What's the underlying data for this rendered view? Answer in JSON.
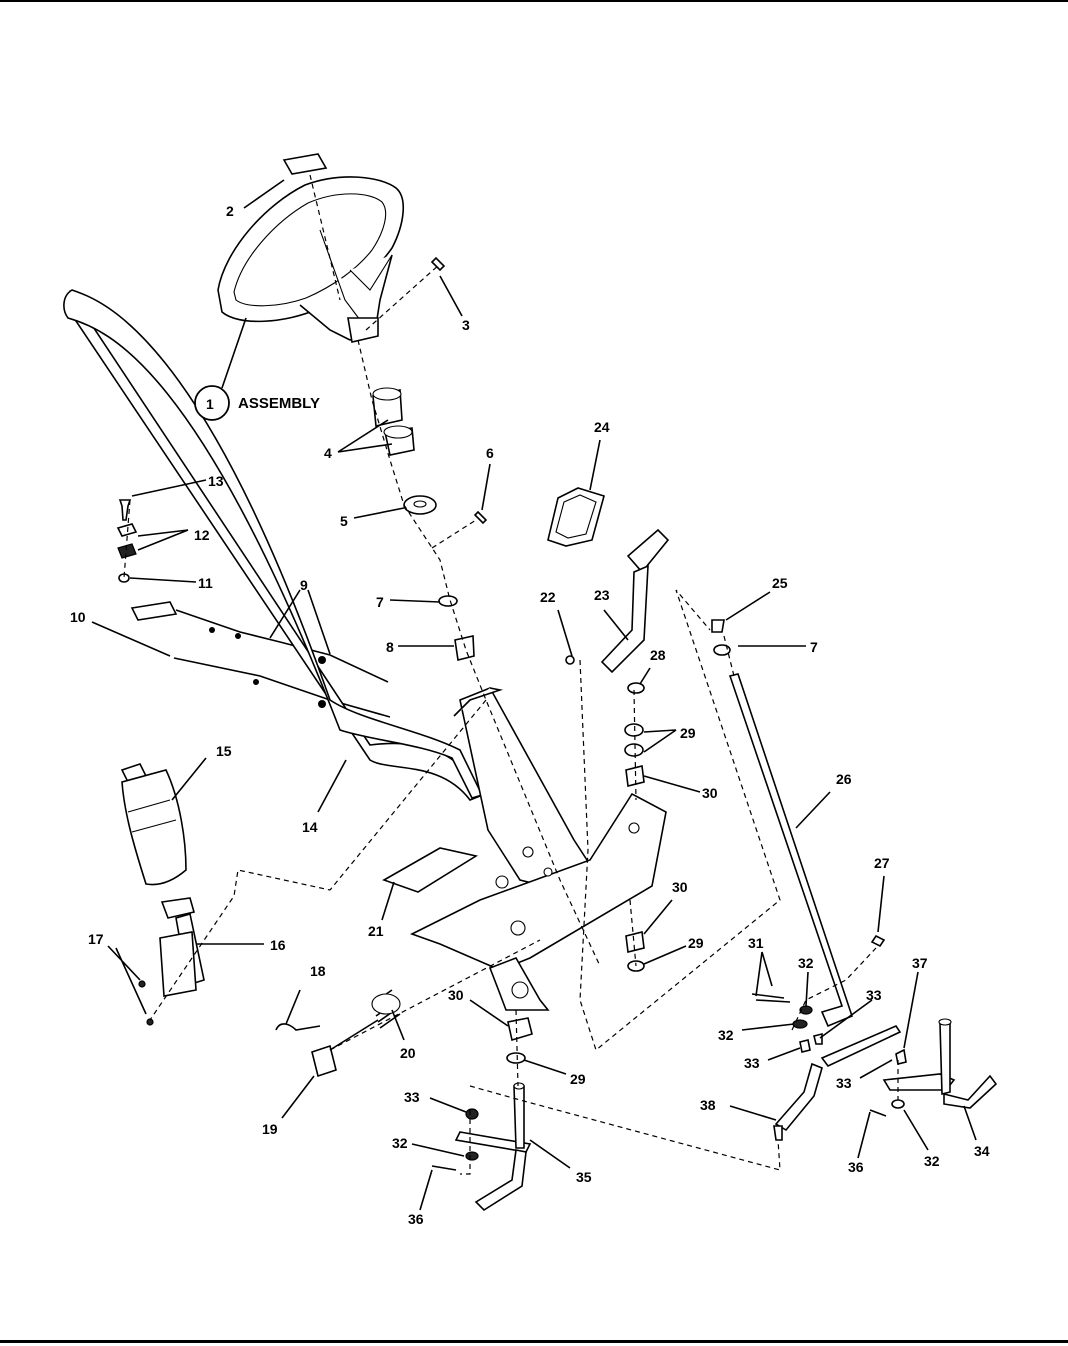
{
  "diagram": {
    "assembly_label": "ASSEMBLY",
    "assembly_number": "1",
    "callouts": {
      "c2": "2",
      "c3": "3",
      "c4": "4",
      "c5": "5",
      "c6": "6",
      "c7a": "7",
      "c7b": "7",
      "c8": "8",
      "c9": "9",
      "c10": "10",
      "c11": "11",
      "c12": "12",
      "c13": "13",
      "c14": "14",
      "c15": "15",
      "c16": "16",
      "c17": "17",
      "c18": "18",
      "c19": "19",
      "c20": "20",
      "c21": "21",
      "c22": "22",
      "c23": "23",
      "c24": "24",
      "c25": "25",
      "c26": "26",
      "c27": "27",
      "c28": "28",
      "c29a": "29",
      "c29b": "29",
      "c29c": "29",
      "c30a": "30",
      "c30b": "30",
      "c30c": "30",
      "c31": "31",
      "c32a": "32",
      "c32b": "32",
      "c32c": "32",
      "c32d": "32",
      "c33a": "33",
      "c33b": "33",
      "c33c": "33",
      "c33d": "33",
      "c34": "34",
      "c35": "35",
      "c36a": "36",
      "c36b": "36",
      "c37": "37",
      "c38": "38"
    }
  }
}
